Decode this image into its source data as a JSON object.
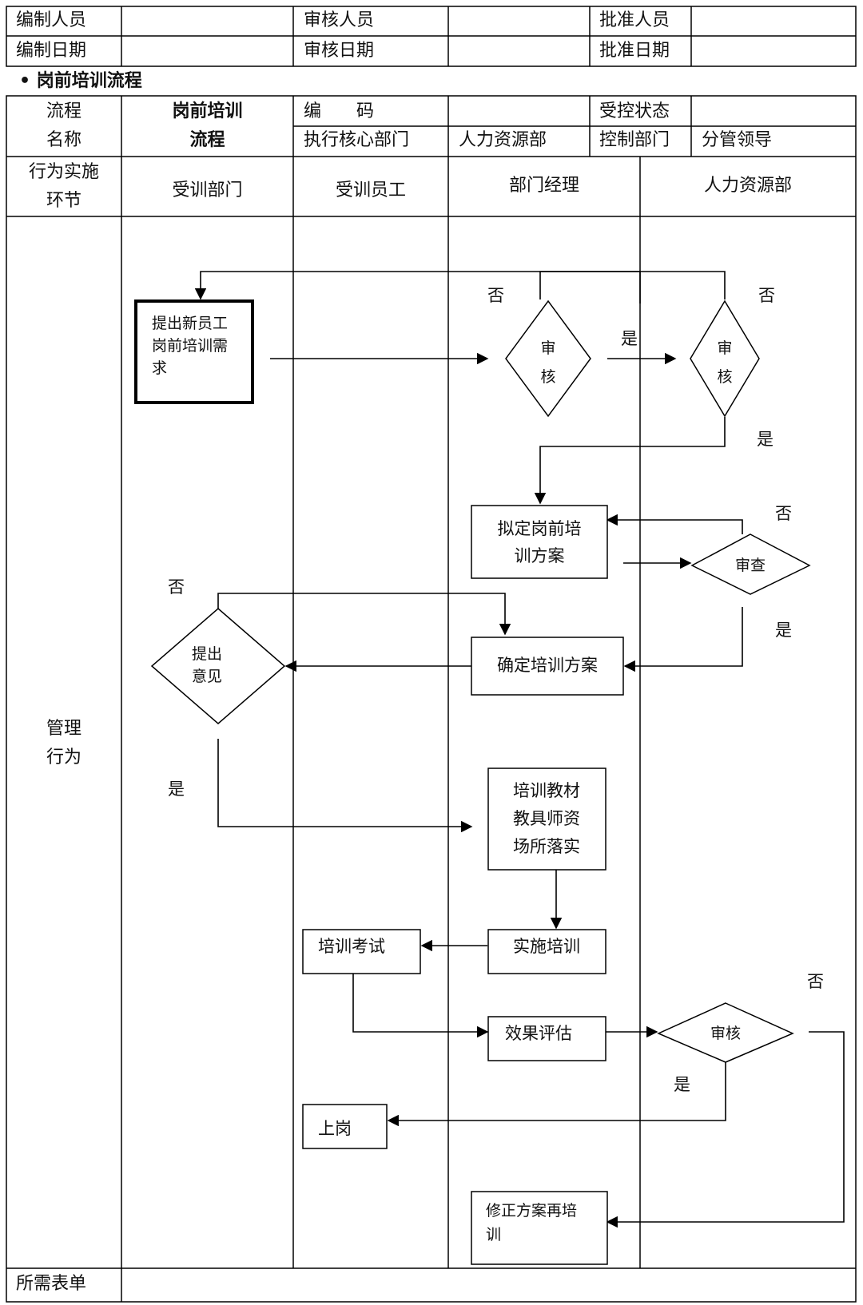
{
  "header_table": {
    "row1": [
      "编制人员",
      "审核人员",
      "批准人员"
    ],
    "row2": [
      "编制日期",
      "审核日期",
      "批准日期"
    ]
  },
  "section_title": "岗前培训流程",
  "process_table": {
    "name_label": [
      "流程",
      "名称"
    ],
    "name_value": [
      "岗前培训",
      "流程"
    ],
    "code_label": "编　　码",
    "control_status_label": "受控状态",
    "core_dept_label": "执行核心部门",
    "core_dept_value": "人力资源部",
    "control_dept_label": "控制部门",
    "control_dept_value": "分管领导"
  },
  "lanes": {
    "stage_label": [
      "行为实施",
      "环节"
    ],
    "dept": "受训部门",
    "employee": "受训员工",
    "manager": "部门经理",
    "hr": "人力资源部"
  },
  "row_label": [
    "管理",
    "行为"
  ],
  "forms_label": "所需表单",
  "flow": {
    "n1": [
      "提出新员工",
      "岗前培训需",
      "求"
    ],
    "d1": [
      "审",
      "核"
    ],
    "d2": [
      "审",
      "核"
    ],
    "n2": [
      "拟定岗前培",
      "训方案"
    ],
    "d3": "审查",
    "n3": "确定培训方案",
    "d4": [
      "提出",
      "意见"
    ],
    "n4": [
      "培训教材",
      "教具师资",
      "场所落实"
    ],
    "n5": "实施培训",
    "n6": "培训考试",
    "n7": "效果评估",
    "d5": "审核",
    "n8": "上岗",
    "n9": [
      "修正方案再培",
      "训"
    ],
    "yes": "是",
    "no": "否"
  }
}
